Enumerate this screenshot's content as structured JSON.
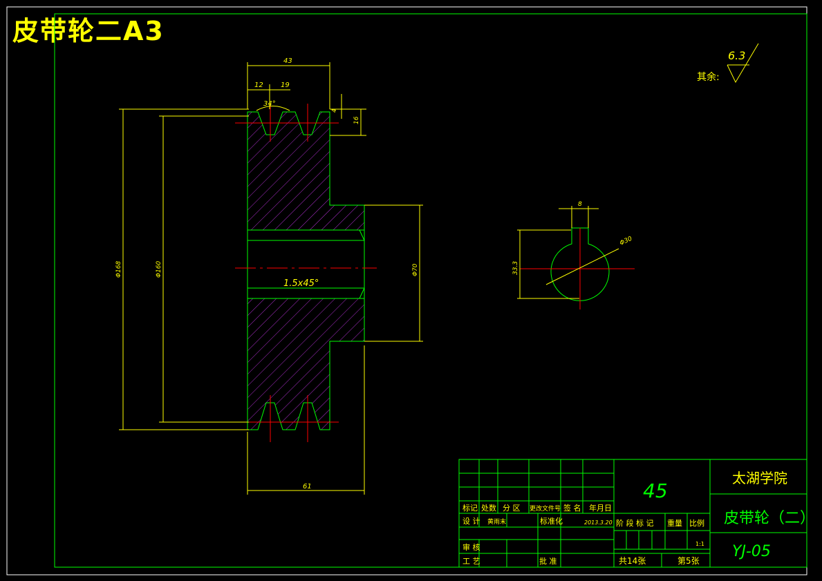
{
  "drawing": {
    "title": "皮带轮二A3",
    "roughness": {
      "prefix": "其余:",
      "value": "6.3"
    },
    "dimensions": {
      "width_total": "43",
      "groove_offset": "12",
      "groove_pitch": "19",
      "groove_angle": "34°",
      "groove_top": "4",
      "groove_depth": "16",
      "outer_dia": "Φ168",
      "pitch_dia": "Φ160",
      "hub_dia": "Φ70",
      "chamfer": "1.5x45°",
      "hub_length": "61",
      "key_width": "8",
      "bore_dia": "Φ30",
      "key_depth": "33.3"
    }
  },
  "title_block": {
    "material": "45",
    "school": "太湖学院",
    "part_name": "皮带轮（二）",
    "drawing_no": "YJ-05",
    "scale": "1:1",
    "sheets_total": "共14张",
    "sheet_no": "第5张",
    "header_labels": [
      "标记",
      "处数",
      "分 区",
      "更改文件号",
      "签 名",
      "年月日"
    ],
    "design_label": "设 计",
    "designer": "黄雨末",
    "standard_label": "标准化",
    "date": "2013.3.20",
    "stage_label": "阶 段 标 记",
    "weight_label": "重量",
    "scale_label": "比例",
    "review_label": "审 核",
    "process_label": "工 艺",
    "approve_label": "批 准"
  }
}
